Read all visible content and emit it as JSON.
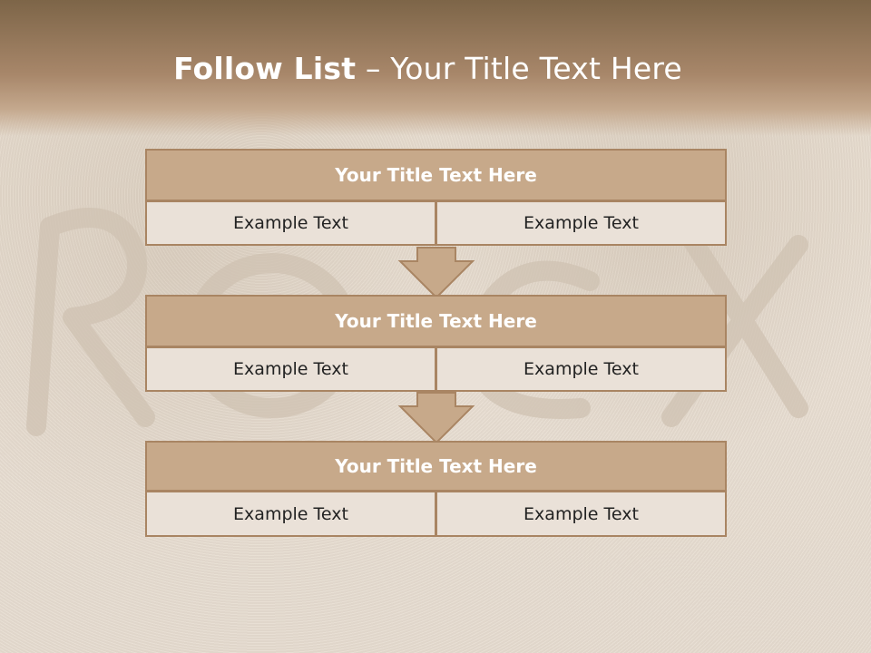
{
  "slide": {
    "title_bold": "Follow List",
    "title_rest": " – Your Title Text Here"
  },
  "blocks": [
    {
      "title": "Your Title Text Here",
      "left": "Example Text",
      "right": "Example Text"
    },
    {
      "title": "Your Title Text Here",
      "left": "Example Text",
      "right": "Example Text"
    },
    {
      "title": "Your Title Text Here",
      "left": "Example Text",
      "right": "Example Text"
    }
  ],
  "colors": {
    "header_band": "#a8876a",
    "block_title_fill": "#c7a98a",
    "block_border": "#a98563",
    "cell_fill": "#eae1d8",
    "sand": "#e8ddd0"
  }
}
